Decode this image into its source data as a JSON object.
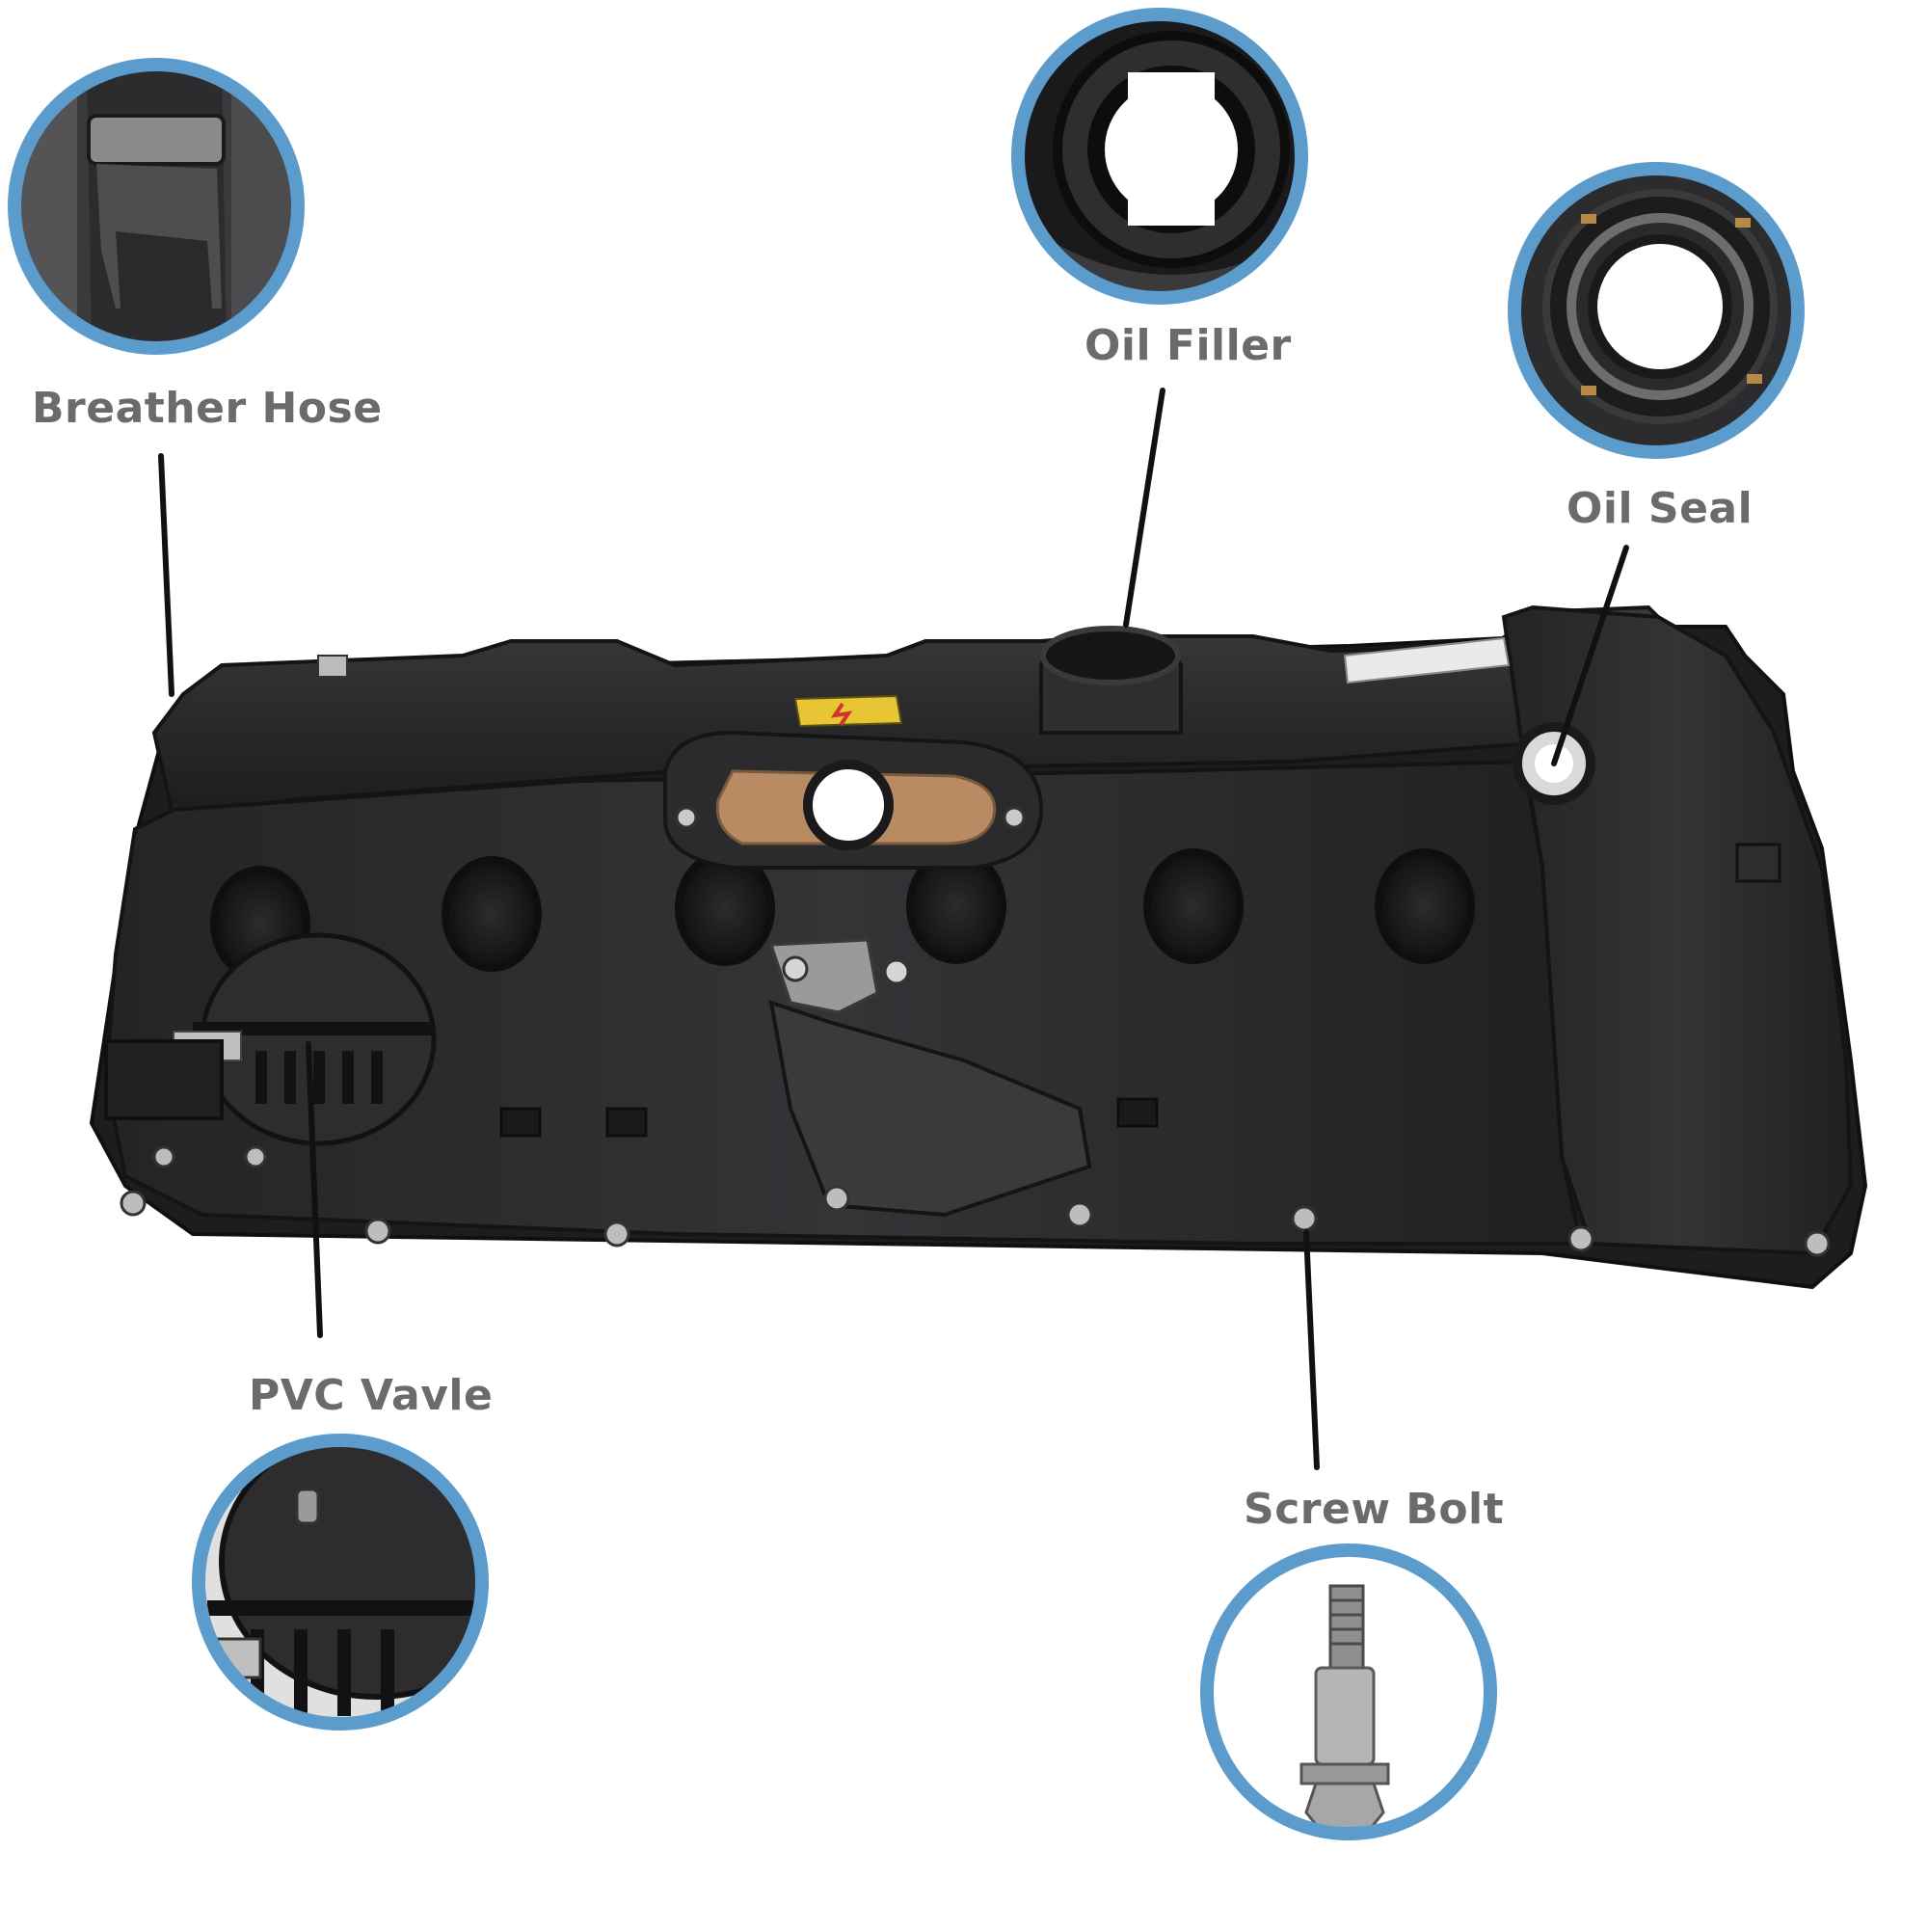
{
  "callouts": {
    "breather_hose": "Breather Hose",
    "oil_filler": "Oil Filler",
    "oil_seal": "Oil Seal",
    "pvc_valve": "PVC Vavle",
    "screw_bolt": "Screw Bolt"
  },
  "colors": {
    "ring_blue": "#5b9ccd",
    "cover_black": "#2a2a2c",
    "label_gray": "#6b6b6b",
    "gasket_bronze": "#b98b63"
  }
}
